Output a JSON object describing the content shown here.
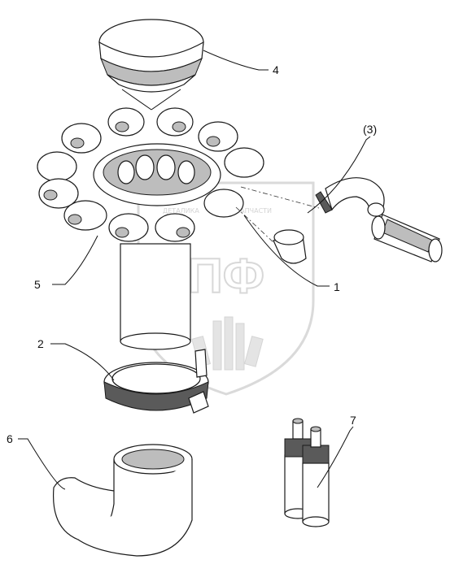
{
  "diagram": {
    "callouts": {
      "c1": "1",
      "c2": "2",
      "c3": "(3)",
      "c4": "4",
      "c5": "5",
      "c6": "6",
      "c7": "7"
    },
    "watermark": {
      "brand_text": "ЗАПЧАСТИ",
      "brand_text_left": "ДЕТАЛИКА",
      "logo_letters": "ЭПФ"
    },
    "colors": {
      "line": "#1a1a1a",
      "shade": "#bdbdbd",
      "watermark": "#d4d4d4"
    }
  }
}
